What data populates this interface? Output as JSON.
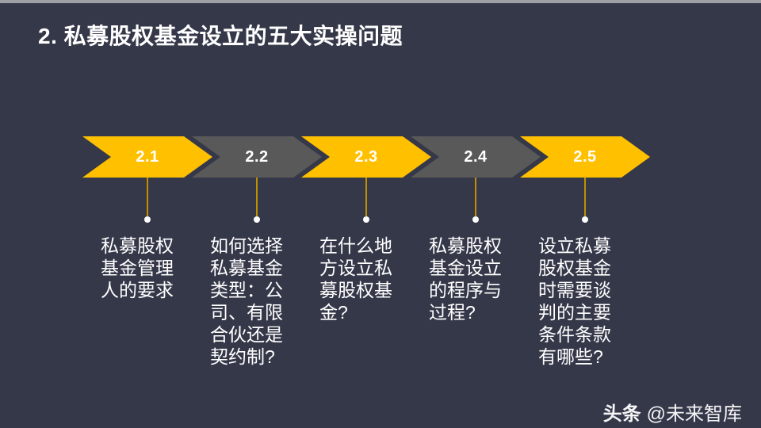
{
  "slide": {
    "title": "2. 私募股权基金设立的五大实操问题",
    "watermark": {
      "brand": "头条",
      "handle": "@未来智库"
    }
  },
  "colors": {
    "background": "#353849",
    "top_strip": "#9E9EA4",
    "chevron_yellow": "#FFC000",
    "chevron_gray": "#595959",
    "connector_gold": "#BF9000",
    "text": "#FFFFFF"
  },
  "steps": [
    {
      "number": "2.1",
      "color": "yellow",
      "label": "私募股权基金管理人的要求"
    },
    {
      "number": "2.2",
      "color": "gray",
      "label": "如何选择私募基金类型：公司、有限合伙还是契约制?"
    },
    {
      "number": "2.3",
      "color": "yellow",
      "label": "在什么地方设立私募股权基金?"
    },
    {
      "number": "2.4",
      "color": "gray",
      "label": "私募股权基金设立的程序与过程?"
    },
    {
      "number": "2.5",
      "color": "yellow",
      "label": "设立私募股权基金时需要谈判的主要条件条款有哪些?"
    }
  ]
}
